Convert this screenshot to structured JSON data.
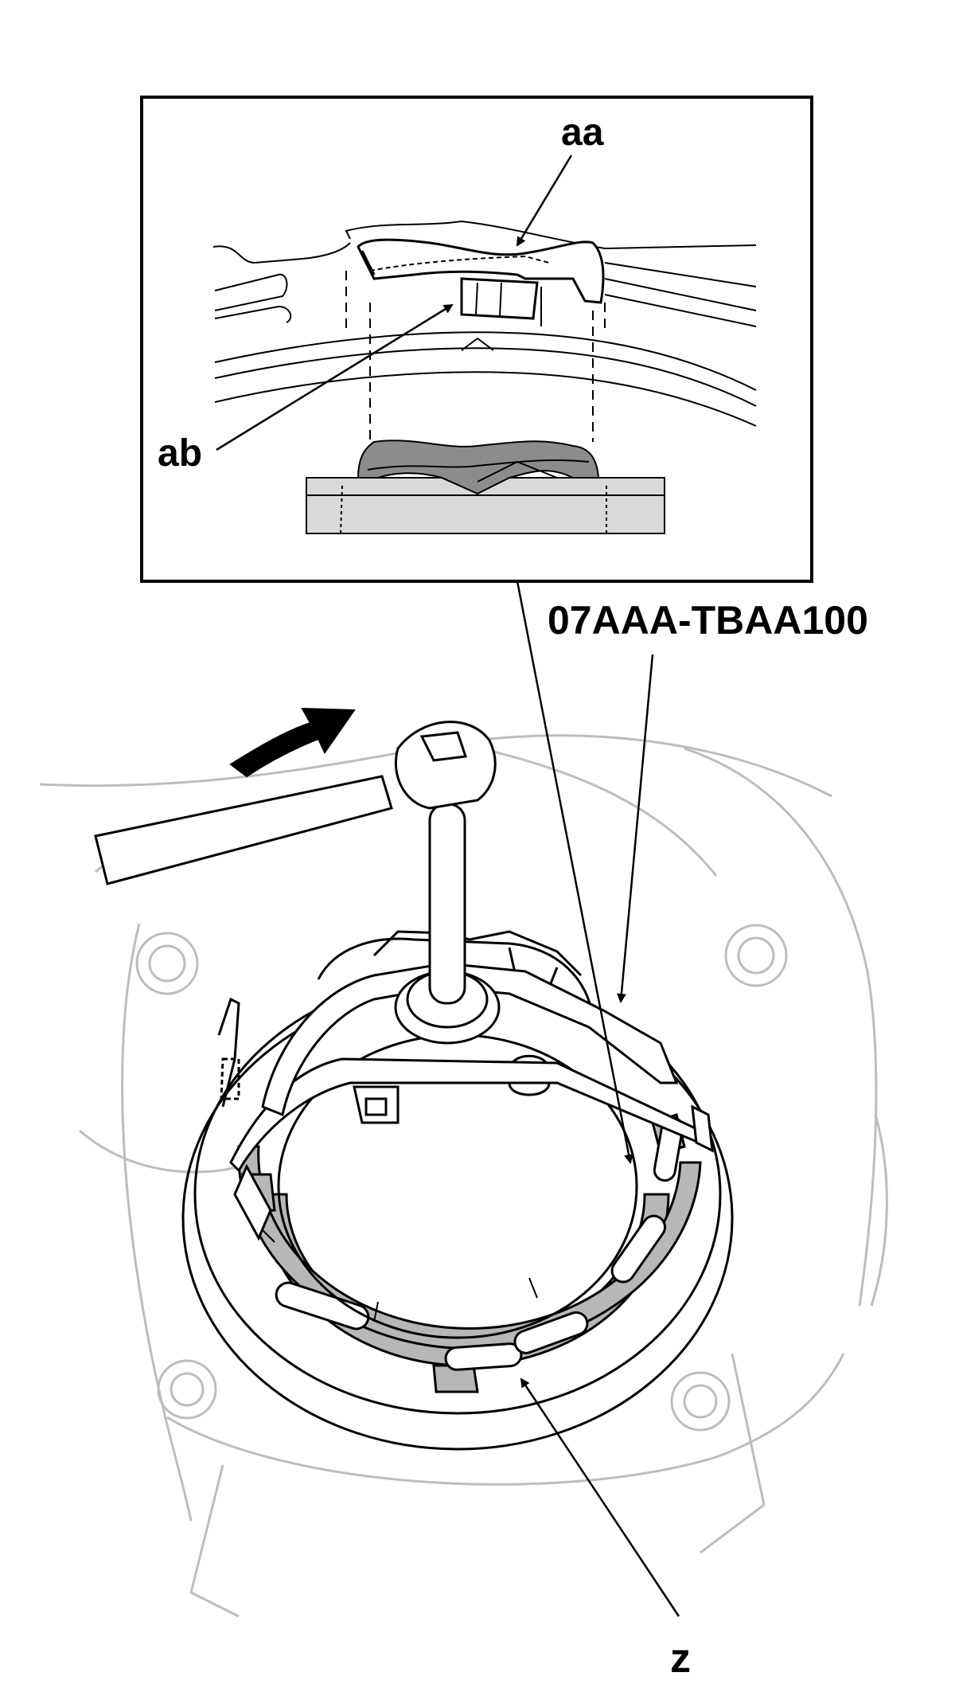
{
  "labels": {
    "aa": "aa",
    "ab": "ab",
    "tool": "07AAA-TBAA100",
    "z": "z"
  },
  "colors": {
    "line": "#000000",
    "background_line": "#bdbdbd",
    "part_fill": "#b7b7b7",
    "inset_fill": "#d9d9d9",
    "arrow_fill": "#000000"
  }
}
